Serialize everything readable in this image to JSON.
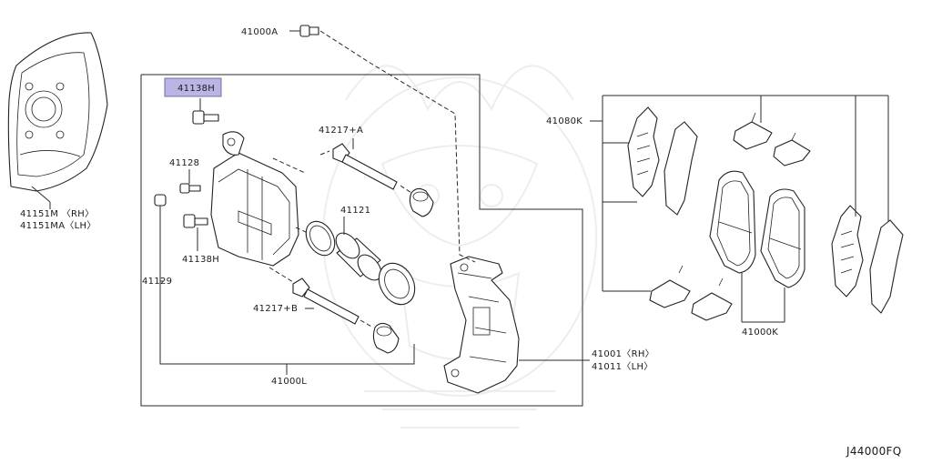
{
  "highlight_color": "#b9b6e6",
  "labels": {
    "shield_rh": "41151M 〈RH〉",
    "shield_lh": "41151MA〈LH〉",
    "bolt_top": "41000A",
    "bolt_highlight": "41138H",
    "pin_a": "41217+A",
    "bleeder": "41128",
    "piston": "41121",
    "bolt_lower": "41138H",
    "cap": "41129",
    "pin_b": "41217+B",
    "caliper_assy": "41000L",
    "bracket_rh": "41001〈RH〉",
    "bracket_lh": "41011〈LH〉",
    "hardware_kit": "41080K",
    "pad_kit": "41000K",
    "diagram_code": "J44000FQ"
  }
}
